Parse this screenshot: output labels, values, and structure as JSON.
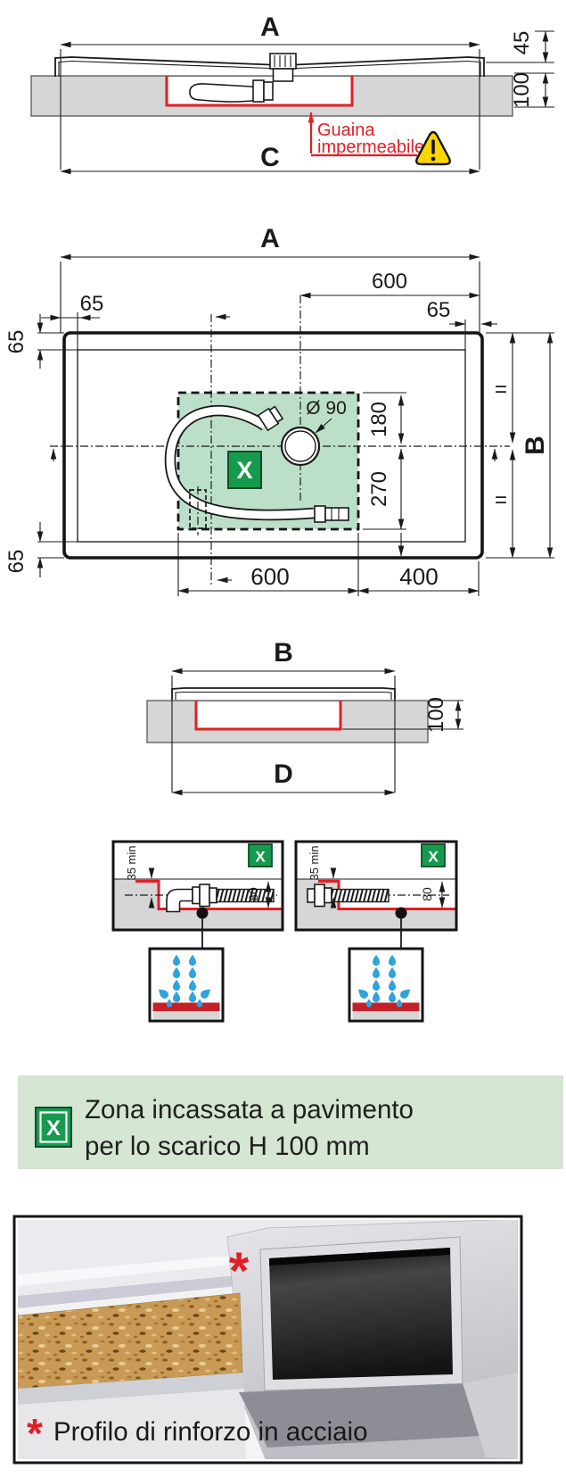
{
  "colors": {
    "accent_red": "#e31e24",
    "line_black": "#1a1a1a",
    "marker_green": "#189a4e",
    "zone_green": "#bcdfc9",
    "legend_green_bg": "#d5e6d3",
    "slab_gray": "#d6d6d6",
    "drop_blue": "#2fa3dc",
    "warning_yellow": "#ffd500"
  },
  "top_section": {
    "dim_a": "A",
    "dim_45": "45",
    "dim_100": "100",
    "dim_c": "C",
    "membrane_line1": "Guaina",
    "membrane_line2": "impermeabile"
  },
  "plan_section": {
    "dim_a": "A",
    "dim_600_top": "600",
    "dim_65_top_left": "65",
    "dim_65_top_right": "65",
    "dim_65_left_upper": "65",
    "dim_65_left_lower": "65",
    "dim_diameter": "Ø 90",
    "dim_180": "180",
    "dim_270": "270",
    "dim_b": "B",
    "equal_mark": "=",
    "dim_600_bottom": "600",
    "dim_400_bottom": "400",
    "zone_marker": "X"
  },
  "side_section": {
    "dim_b": "B",
    "dim_100": "100",
    "dim_d": "D"
  },
  "detail_left": {
    "dim_35_min": "35 min",
    "dim_80": "80",
    "zone_marker": "X"
  },
  "detail_right": {
    "dim_35_min": "35 min",
    "dim_80": "80",
    "zone_marker": "X"
  },
  "legend": {
    "zone_marker": "X",
    "line1": "Zona incassata a pavimento",
    "line2": "per lo scarico H 100 mm"
  },
  "photo": {
    "marker_asterisk": "*",
    "caption_asterisk": "*",
    "caption_text": "Profilo di rinforzo in acciaio"
  }
}
